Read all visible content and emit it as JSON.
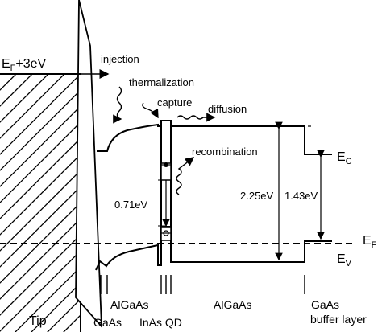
{
  "labels": {
    "fermi_tip": "E",
    "fermi_tip_sub": "F",
    "fermi_tip_suffix": "+3eV",
    "injection": "injection",
    "thermalization": "thermalization",
    "capture": "capture",
    "diffusion": "diffusion",
    "recombination": "recombination",
    "gap_dot": "0.71eV",
    "gap_algaas": "2.25eV",
    "gap_gaas": "1.43eV",
    "ec_main": "E",
    "ec_sub": "C",
    "ef_main": "E",
    "ef_sub": "F",
    "ev_main": "E",
    "ev_sub": "V",
    "tip": "Tip",
    "layer_gaas": "GaAs",
    "layer_algaas_1": "AlGaAs",
    "layer_inas_qd": "InAs QD",
    "layer_algaas_2": "AlGaAs",
    "buffer_gaas": "GaAs",
    "buffer_layer": "buffer layer"
  },
  "colors": {
    "line": "#000000",
    "background": "#ffffff"
  }
}
